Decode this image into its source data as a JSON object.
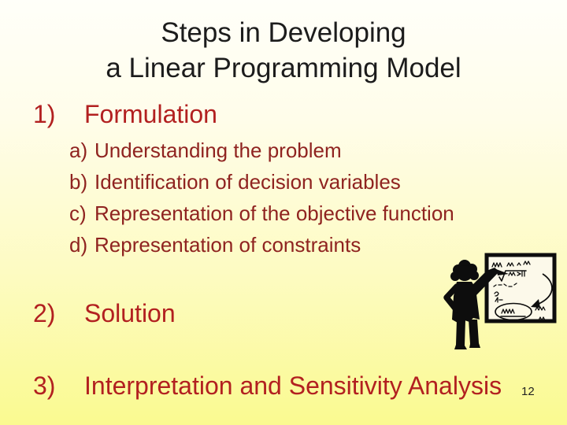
{
  "slide": {
    "title_line1": "Steps in Developing",
    "title_line2": "a Linear Programming Model",
    "items": [
      {
        "marker": "1)",
        "label": "Formulation",
        "sub": [
          {
            "marker": "a)",
            "label": "Understanding the problem"
          },
          {
            "marker": "b)",
            "label": "Identification of decision variables"
          },
          {
            "marker": "c)",
            "label": "Representation of the objective function"
          },
          {
            "marker": "d)",
            "label": "Representation of constraints"
          }
        ]
      },
      {
        "marker": "2)",
        "label": "Solution"
      },
      {
        "marker": "3)",
        "label": "Interpretation and Sensitivity Analysis"
      }
    ],
    "page_number": "12",
    "clipart": {
      "name": "presenter-at-whiteboard"
    },
    "colors": {
      "title_text": "#1c1c1c",
      "main_item_red": "#b22020",
      "sub_item_red": "#8f2320",
      "background_top": "#fffff9",
      "background_bottom": "#fafa90",
      "clipart_black": "#0d0d0d",
      "board_fill": "#fcf9ea"
    }
  }
}
